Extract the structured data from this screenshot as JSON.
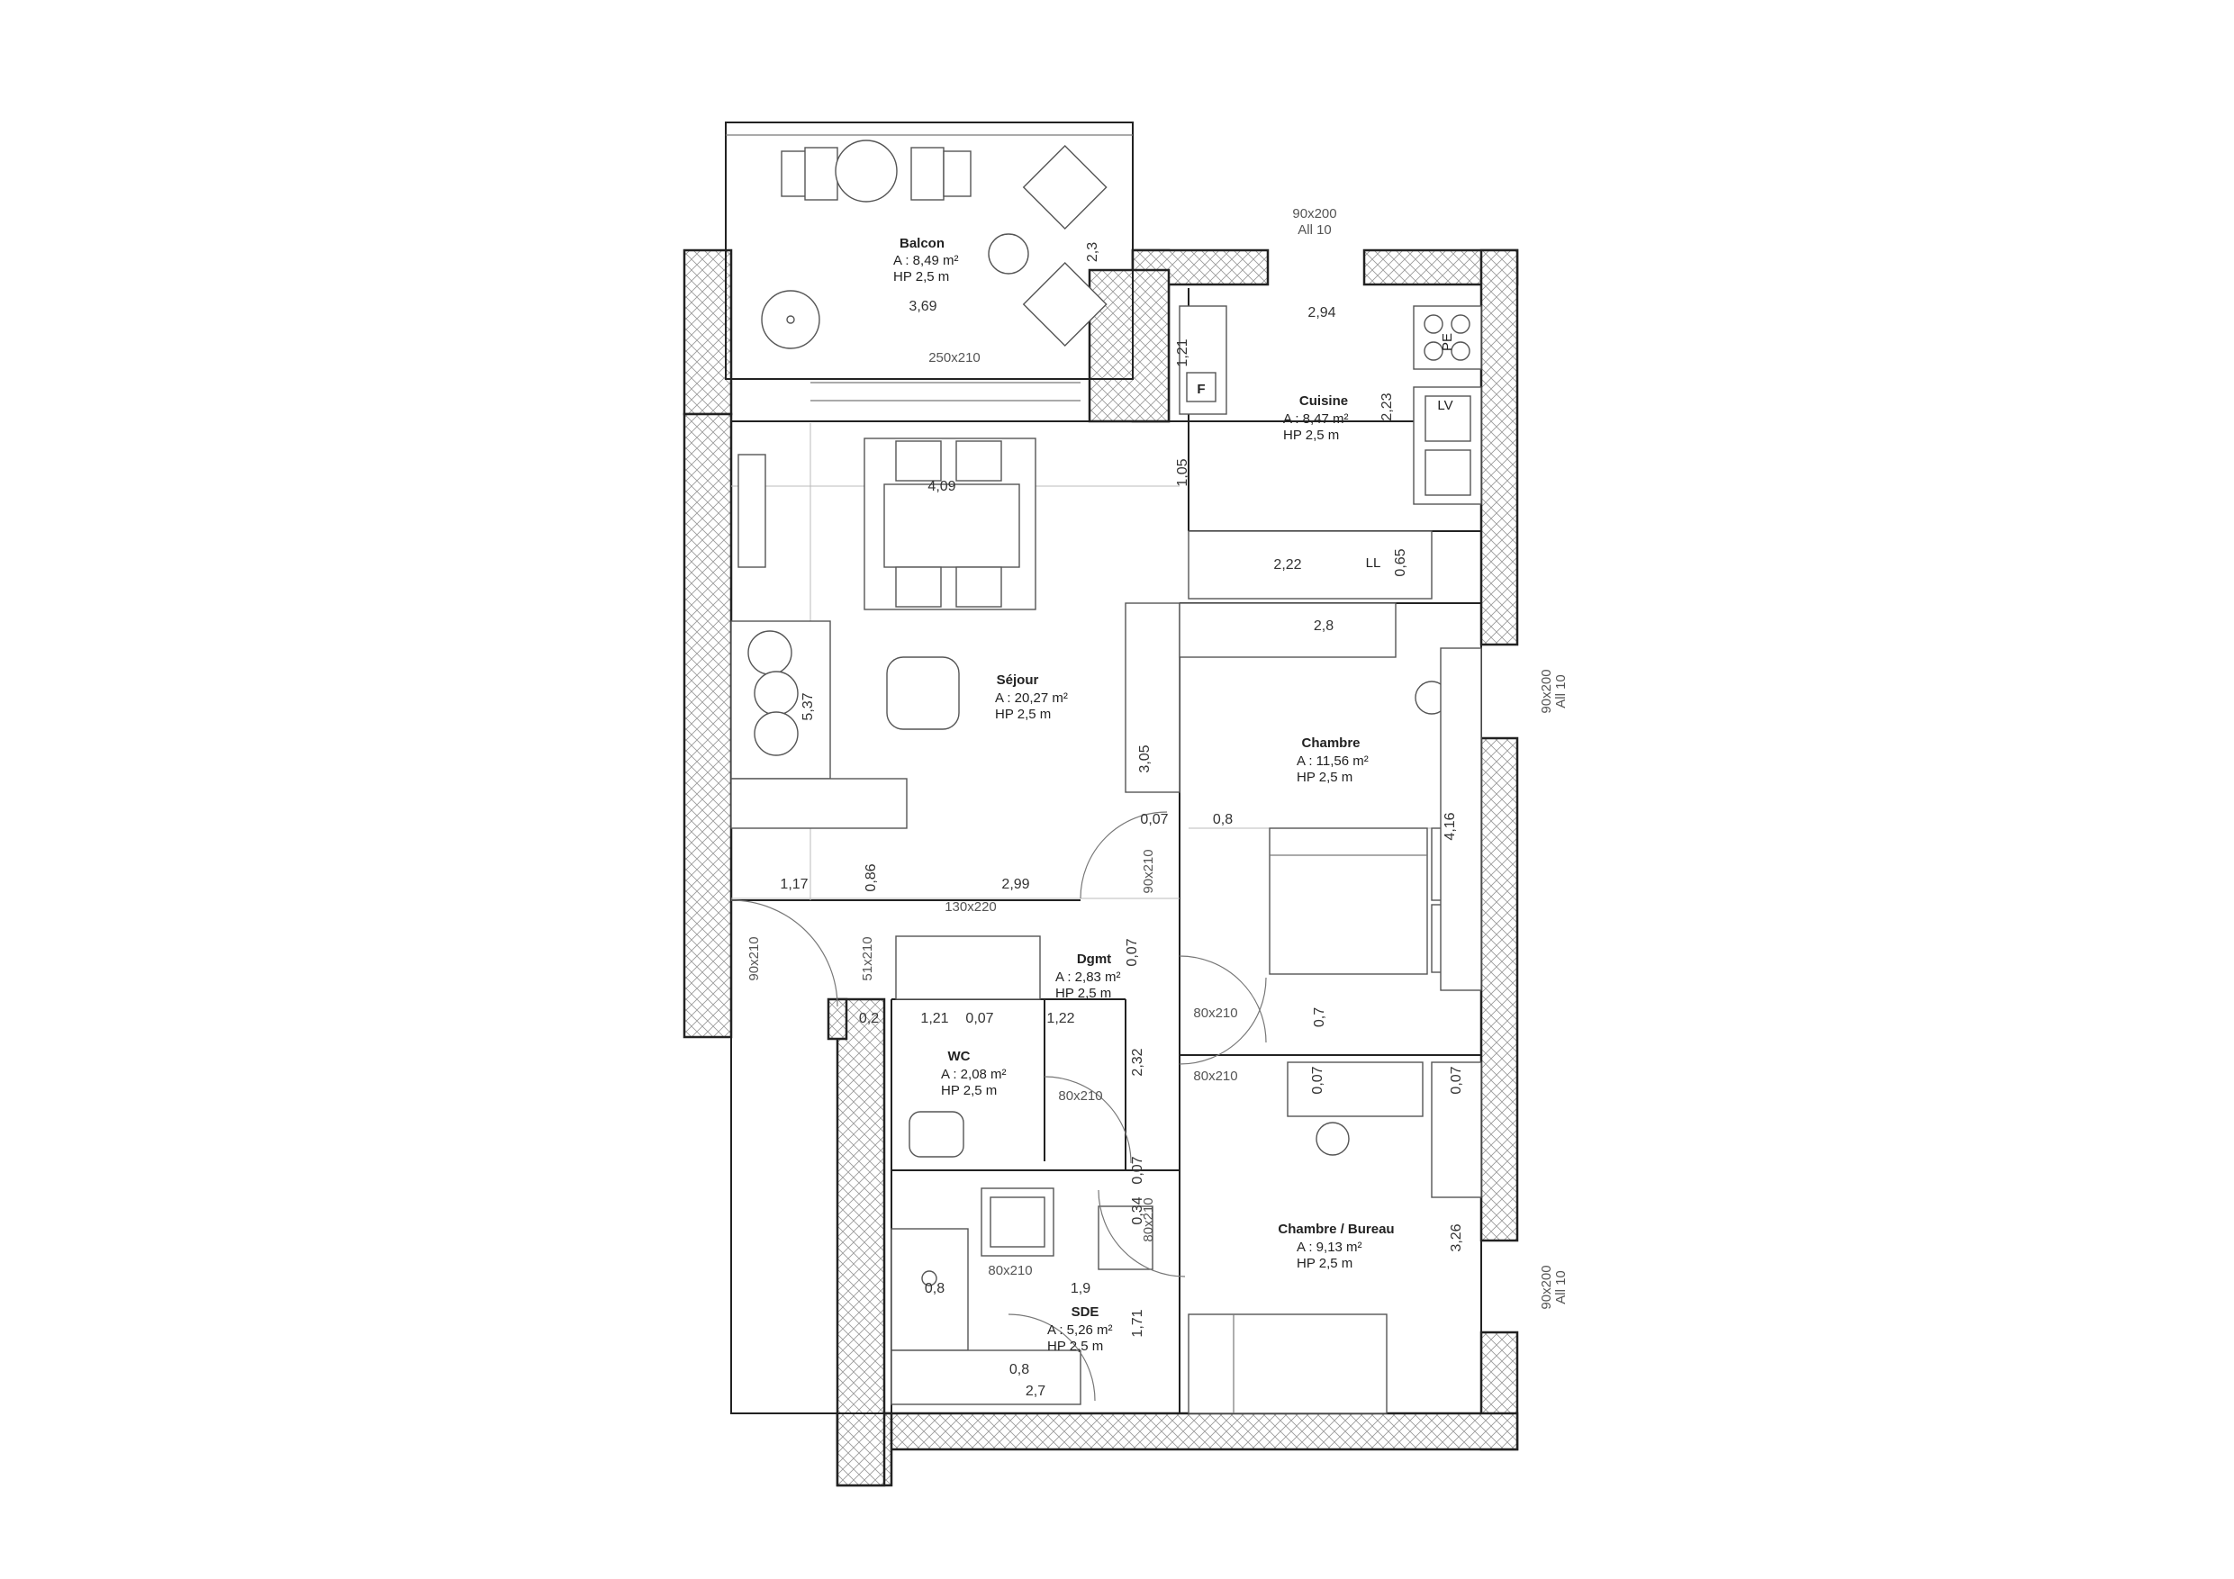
{
  "rooms": {
    "balcon": {
      "name": "Balcon",
      "area_label": "A :  8,49 m²",
      "hp_label": "HP  2,5 m"
    },
    "cuisine": {
      "name": "Cuisine",
      "area_label": "A :  8,47 m²",
      "hp_label": "HP  2,5 m"
    },
    "sejour": {
      "name": "Séjour",
      "area_label": "A :  20,27 m²",
      "hp_label": "HP  2,5 m"
    },
    "chambre": {
      "name": "Chambre",
      "area_label": "A :  11,56 m²",
      "hp_label": "HP  2,5 m"
    },
    "dgmt": {
      "name": "Dgmt",
      "area_label": "A :  2,83 m²",
      "hp_label": "HP  2,5 m"
    },
    "wc": {
      "name": "WC",
      "area_label": "A :  2,08 m²",
      "hp_label": "HP  2,5 m"
    },
    "sde": {
      "name": "SDE",
      "area_label": "A :  5,26 m²",
      "hp_label": "HP  2,5 m"
    },
    "bureau": {
      "name": "Chambre / Bureau",
      "area_label": "A :  9,13 m²",
      "hp_label": "HP  2,5 m"
    }
  },
  "windows": {
    "top": {
      "size": "90x200",
      "ref": "All 10"
    },
    "right1": {
      "size": "90x200",
      "ref": "All 10"
    },
    "right2": {
      "size": "90x200",
      "ref": "All 10"
    }
  },
  "doors": {
    "balcony": "250x210",
    "entry": "90x210",
    "closet": "130x220",
    "small": "51x210",
    "dgmt_right": "90x210",
    "chambre": "80x210",
    "bureau": "80x210",
    "wc": "80x210",
    "sde_top": "80x210",
    "sde_left": "80x210"
  },
  "dims": {
    "d369": "3,69",
    "d23": "2,3",
    "d294": "2,94",
    "d121a": "1,21",
    "d223": "2,23",
    "d105": "1,05",
    "d409": "4,09",
    "d222": "2,22",
    "d065": "0,65",
    "d28": "2,8",
    "d537": "5,37",
    "d305": "3,05",
    "d007a": "0,07",
    "d08a": "0,8",
    "d416": "4,16",
    "d117": "1,17",
    "d086": "0,86",
    "d299": "2,99",
    "d007b": "0,07",
    "d02": "0,2",
    "d121b": "1,21",
    "d007c": "0,07",
    "d122": "1,22",
    "d07": "0,7",
    "d232": "2,32",
    "d007d": "0,07",
    "d007e": "0,07",
    "d007f": "0,07",
    "d034": "0,34",
    "d326": "3,26",
    "d08b": "0,8",
    "d19": "1,9",
    "d171": "1,71",
    "d08c": "0,8",
    "d27": "2,7"
  },
  "symbols": {
    "fridge": "F",
    "stove": "PE",
    "washer": "LV",
    "dryer": "LL"
  },
  "colors": {
    "wall_stroke": "#222222",
    "hatch": "#999999",
    "furniture": "#555555"
  }
}
